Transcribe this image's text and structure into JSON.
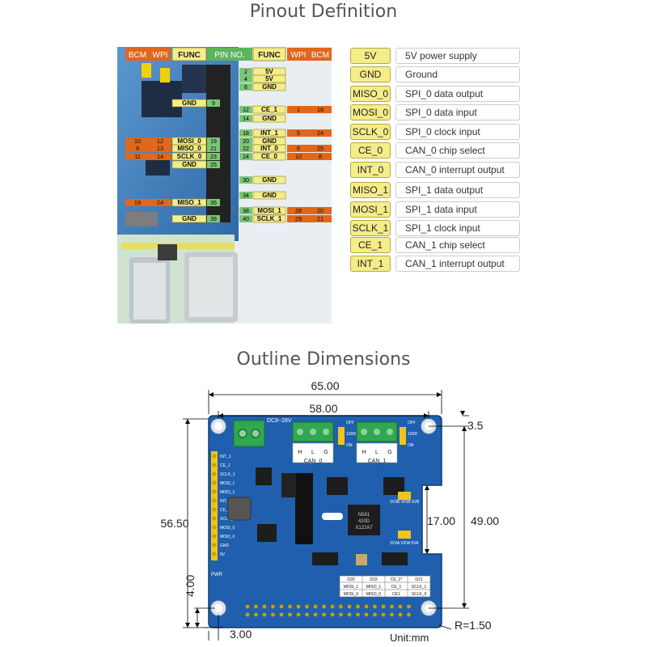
{
  "titles": {
    "pinout": "Pinout Definition",
    "outline": "Outline Dimensions"
  },
  "pin_table": {
    "headers": {
      "bcm_left": "BCM",
      "wpi_left": "WPI",
      "func_left": "FUNC",
      "pin_no": "PIN NO.",
      "func_right": "FUNC",
      "wpi_right": "WPI",
      "bcm_right": "BCM"
    },
    "rows": [
      {
        "pin_r": "2",
        "func_r": "5V"
      },
      {
        "pin_r": "4",
        "func_r": "5V"
      },
      {
        "pin_r": "6",
        "func_r": "GND"
      },
      {
        "pin_l": "9",
        "func_l": "GND"
      },
      {
        "pin_r": "12",
        "func_r": "CE_1",
        "wpi_r": "1",
        "bcm_r": "18"
      },
      {
        "pin_r": "14",
        "func_r": "GND"
      },
      {
        "pin_r": "18",
        "func_r": "INT_1",
        "wpi_r": "5",
        "bcm_r": "24"
      },
      {
        "pin_l": "19",
        "func_l": "MOSI_0",
        "wpi_l": "12",
        "bcm_l": "10",
        "pin_r": "20",
        "func_r": "GND"
      },
      {
        "pin_l": "21",
        "func_l": "MISO_0",
        "wpi_l": "13",
        "bcm_l": "9",
        "pin_r": "22",
        "func_r": "INT_0",
        "wpi_r": "6",
        "bcm_r": "25"
      },
      {
        "pin_l": "23",
        "func_l": "SCLK_0",
        "wpi_l": "14",
        "bcm_l": "11",
        "pin_r": "24",
        "func_r": "CE_0",
        "wpi_r": "10",
        "bcm_r": "8"
      },
      {
        "pin_l": "25",
        "func_l": "GND"
      },
      {
        "pin_r": "30",
        "func_r": "GND"
      },
      {
        "pin_r": "34",
        "func_r": "GND"
      },
      {
        "pin_l": "35",
        "func_l": "MISO_1",
        "wpi_l": "24",
        "bcm_l": "19"
      },
      {
        "pin_r": "38",
        "func_r": "MOSI_1",
        "wpi_r": "28",
        "bcm_r": "20"
      },
      {
        "pin_l": "39",
        "func_l": "GND",
        "pin_r": "40",
        "func_r": "SCLK_1",
        "wpi_r": "29",
        "bcm_r": "21"
      }
    ]
  },
  "legend": [
    {
      "code": "5V",
      "desc": "5V power supply"
    },
    {
      "code": "GND",
      "desc": "Ground"
    },
    {
      "code": "MISO_0",
      "desc": "SPI_0 data output"
    },
    {
      "code": "MOSI_0",
      "desc": "SPI_0 data input"
    },
    {
      "code": "SCLK_0",
      "desc": "SPI_0 clock input"
    },
    {
      "code": "CE_0",
      "desc": "CAN_0 chip select"
    },
    {
      "code": "INT_0",
      "desc": "CAN_0 interrupt output"
    },
    {
      "code": "MISO_1",
      "desc": "SPI_1 data output"
    },
    {
      "code": "MOSI_1",
      "desc": "SPI_1 data input"
    },
    {
      "code": "SCLK_1",
      "desc": "SPI_1 clock input"
    },
    {
      "code": "CE_1",
      "desc": "CAN_1 chip select"
    },
    {
      "code": "INT_1",
      "desc": "CAN_1 interrupt output"
    }
  ],
  "board": {
    "input_label": "DC8~28V",
    "can0_label": "CAN_0",
    "can1_label": "CAN_1",
    "terminal_pins": [
      "H",
      "L",
      "G"
    ],
    "off_label": "OFF",
    "ohm_label": "120R",
    "on_label": "ON",
    "header_labels": [
      "INT_1",
      "CE_1",
      "SCLK_1",
      "MOSI_1",
      "MISO_1",
      "INT_0",
      "CE_0",
      "SCLK_0",
      "MOSI_0",
      "MISO_0",
      "GND",
      "5V"
    ],
    "pwr_label": "PWR",
    "chip_text": [
      "N581",
      "420D",
      "X122A7"
    ],
    "sel_top": "3V3B VIOB 5VB",
    "sel_bottom": "3V3A VIOA 5VA",
    "table": {
      "headers": [
        "D20",
        "D19",
        "CE_1*",
        "D21"
      ],
      "row1": [
        "MOSI_1",
        "MISO_1",
        "CE_1",
        "SCLK_1"
      ],
      "row2": [
        "MOSI_0",
        "MISO_0",
        "CE1",
        "SCLK_0"
      ]
    }
  },
  "dimensions": {
    "width_total": "65.00",
    "width_holes": "58.00",
    "height_total": "56.50",
    "height_holes": "49.00",
    "hole_offset_top": "3.5",
    "hole_offset_bottom": "4.00",
    "hole_offset_left": "3.00",
    "notch": "17.00",
    "corner_radius": "R=1.50",
    "unit": "Unit:mm"
  },
  "colors": {
    "pcb_blue": "#1f5fae",
    "func_yellow": "#f5ec8a",
    "func_border": "#8a8a1e",
    "pin_green": "#7cc576",
    "bcm_orange": "#e0671b",
    "header_orange": "#e0671b",
    "terminal_green": "#2fa84f"
  }
}
